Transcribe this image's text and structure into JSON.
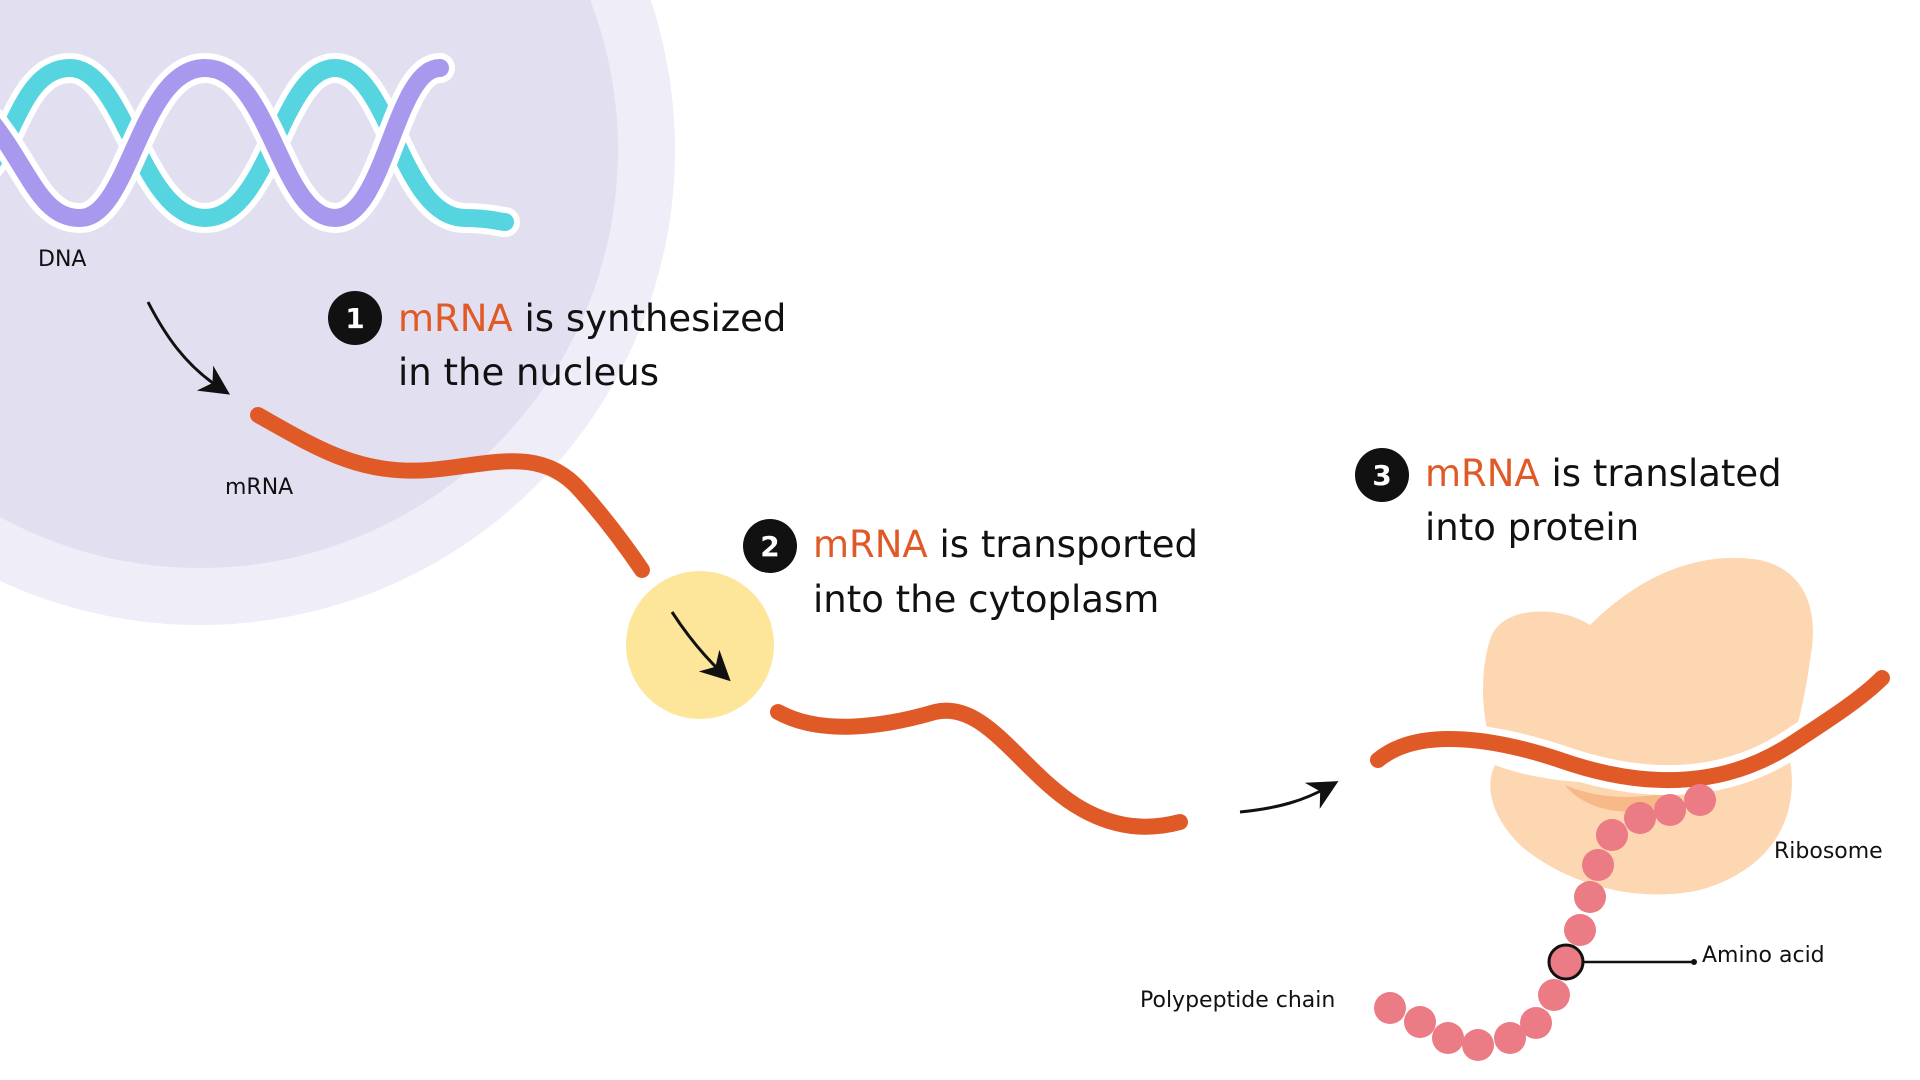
{
  "colors": {
    "mrna": "#E05A28",
    "dna_strand_a": "#A899EE",
    "dna_strand_b": "#56D4E0",
    "nucleus_fill": "#E2E0F0",
    "nucleus_rim": "#EEEDF8",
    "pore": "#FDE69A",
    "ribosome": "#FCD7B2",
    "amino_acid": "#EB7B84",
    "text": "#111111"
  },
  "icons": [
    "arrow-icon"
  ],
  "labels": {
    "dna": "DNA",
    "mrna": "mRNA",
    "ribosome": "Ribosome",
    "amino_acid": "Amino acid",
    "polypeptide_chain": "Polypeptide chain"
  },
  "steps": [
    {
      "number": "1",
      "highlight": "mRNA",
      "line1_rest": " is synthesized",
      "line2": "in the nucleus"
    },
    {
      "number": "2",
      "highlight": "mRNA",
      "line1_rest": " is transported",
      "line2": "into the cytoplasm"
    },
    {
      "number": "3",
      "highlight": "mRNA",
      "line1_rest": " is translated",
      "line2": "into protein"
    }
  ]
}
